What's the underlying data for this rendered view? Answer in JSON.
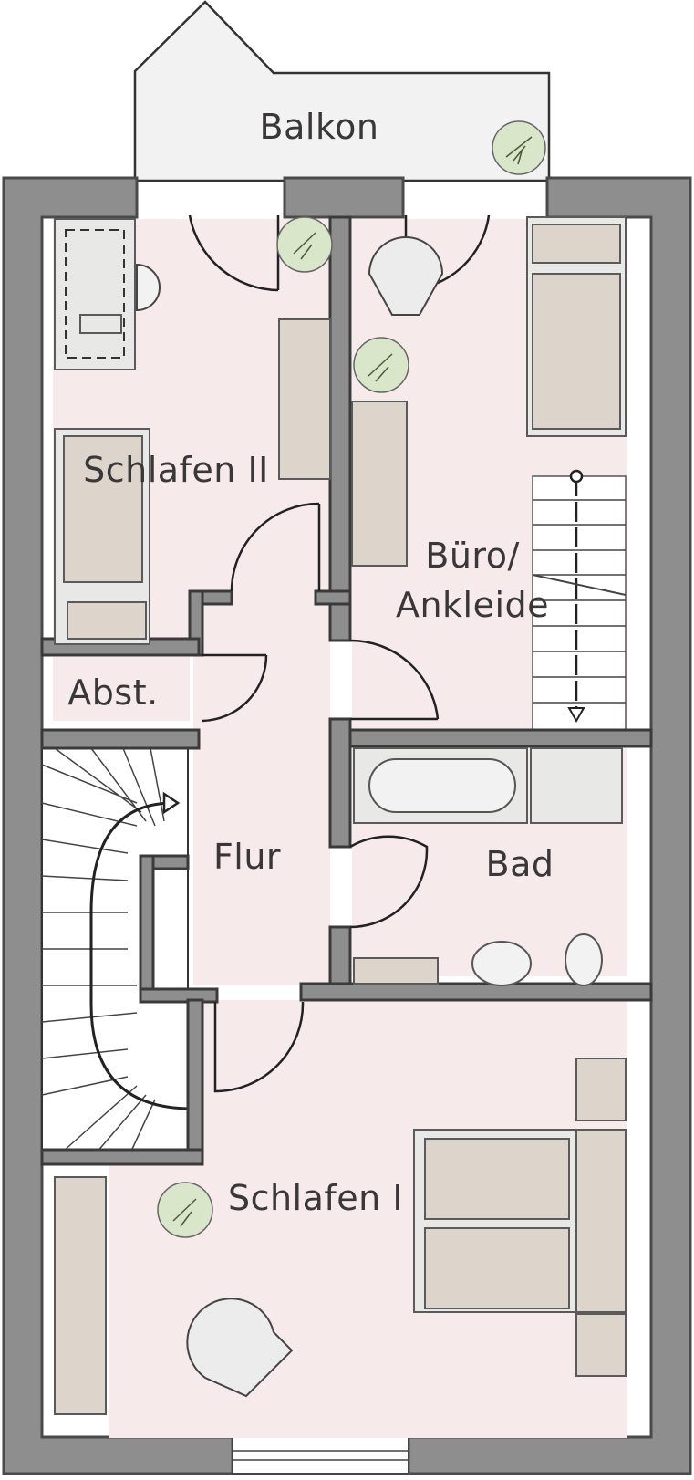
{
  "rooms": {
    "balkon": "Balkon",
    "schlafen2": "Schlafen II",
    "buero_line1": "Büro/",
    "buero_line2": "Ankleide",
    "abst": "Abst.",
    "flur": "Flur",
    "bad": "Bad",
    "schlafen1": "Schlafen I"
  },
  "colors": {
    "wall": "#8e8e8e",
    "floor": "#f6eaea",
    "furniture": "#ddd4cb",
    "plant": "#d9e6c9"
  }
}
